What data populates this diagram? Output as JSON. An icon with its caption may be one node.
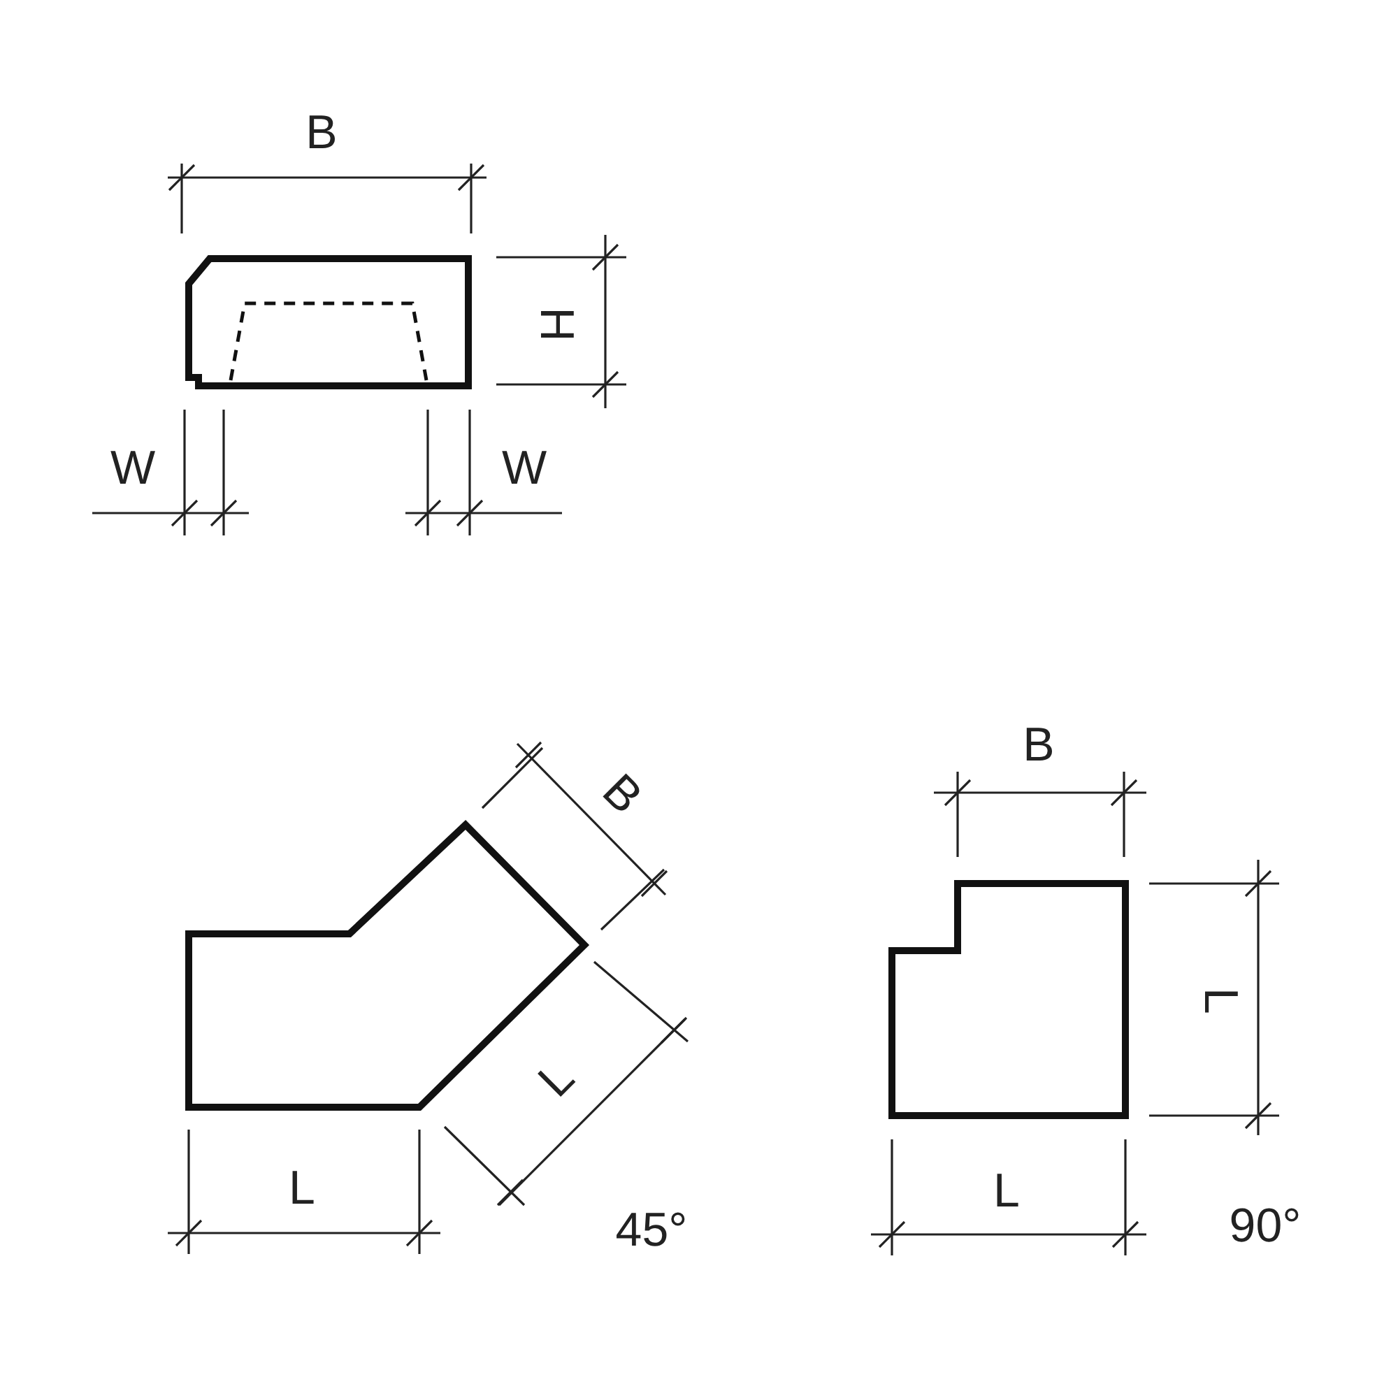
{
  "diagram": {
    "labels": [
      "B",
      "H",
      "W",
      "W",
      "B",
      "L",
      "L",
      "45°",
      "B",
      "L",
      "L",
      "90°"
    ]
  }
}
